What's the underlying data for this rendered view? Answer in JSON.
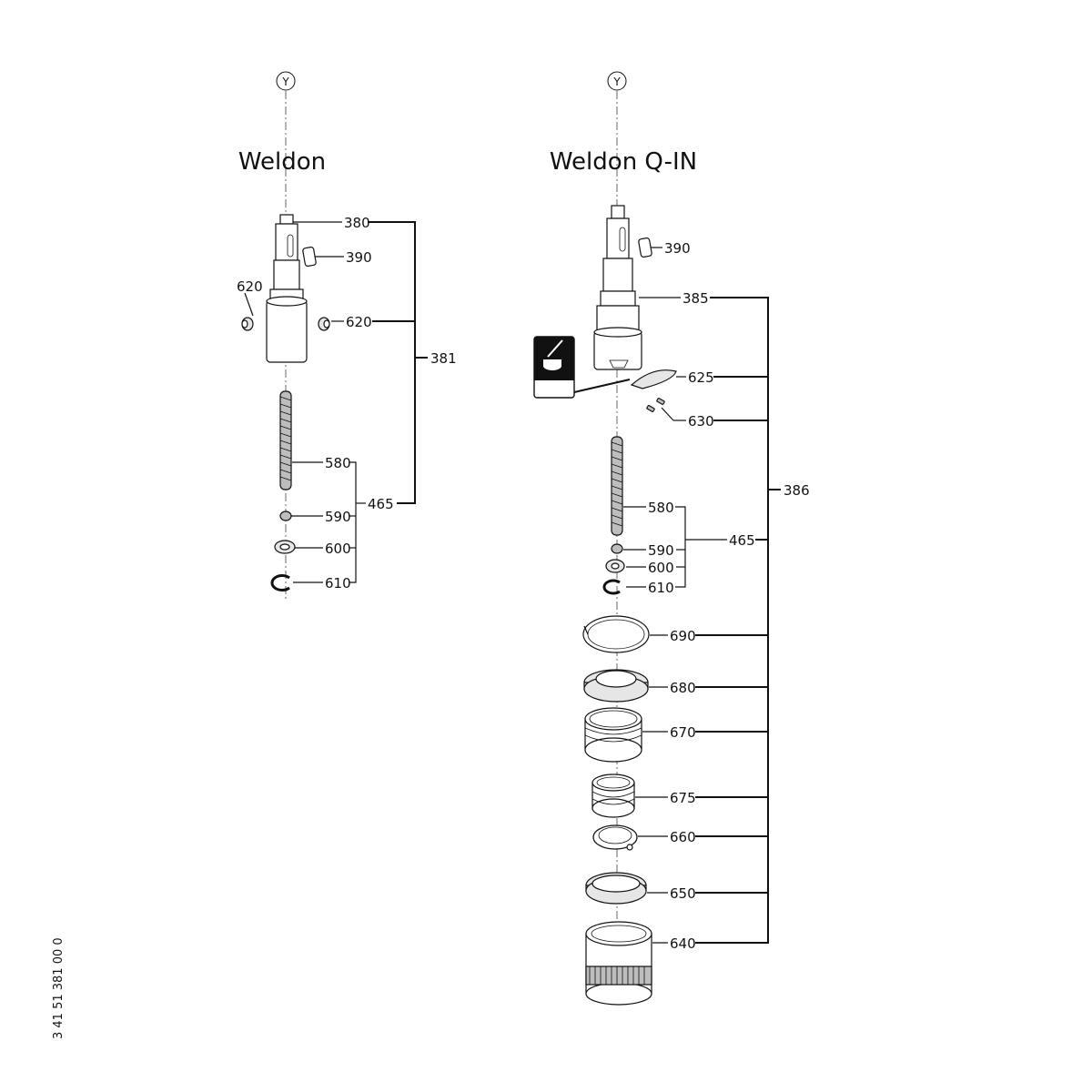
{
  "axis_markers": {
    "left": "Y",
    "right": "Y"
  },
  "titles": {
    "left": "Weldon",
    "right": "Weldon Q-IN"
  },
  "left_labels": {
    "l380": "380",
    "l390": "390",
    "l620a": "620",
    "l620b": "620",
    "l381": "381",
    "l580": "580",
    "l590": "590",
    "l600": "600",
    "l610": "610",
    "l465": "465"
  },
  "right_labels": {
    "r390": "390",
    "r385": "385",
    "r625": "625",
    "r630": "630",
    "r386": "386",
    "r580": "580",
    "r590": "590",
    "r600": "600",
    "r610": "610",
    "r465": "465",
    "r690": "690",
    "r680": "680",
    "r670": "670",
    "r675": "675",
    "r660": "660",
    "r650": "650",
    "r640": "640"
  },
  "document_number": "3 41 51 381 00 0"
}
